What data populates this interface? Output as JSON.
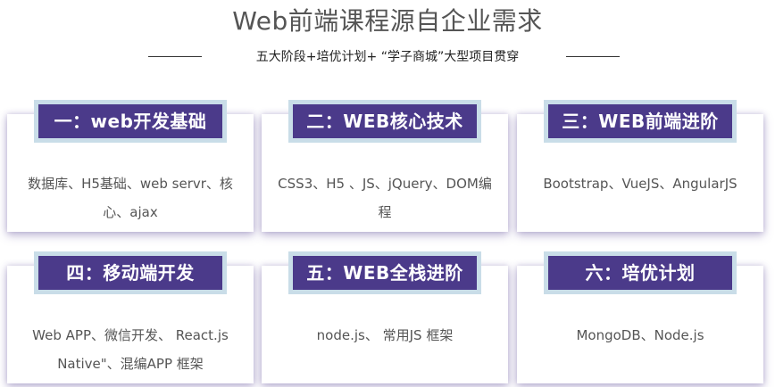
{
  "header": {
    "title": "Web前端课程源自企业需求",
    "subtitle": "五大阶段+培优计划+ “学子商城”大型项目贯穿"
  },
  "cards": [
    {
      "badge": "一：web开发基础",
      "desc": "数据库、H5基础、web servr、核心、ajax"
    },
    {
      "badge": "二：WEB核心技术",
      "desc": "CSS3、H5 、JS、jQuery、DOM编程"
    },
    {
      "badge": "三：WEB前端进阶",
      "desc": "Bootstrap、VueJS、AngularJS"
    },
    {
      "badge": "四：移动端开发",
      "desc": "Web APP、微信开发、 React.js Native\"、混编APP 框架"
    },
    {
      "badge": "五：WEB全栈进阶",
      "desc": "node.js、 常用JS 框架"
    },
    {
      "badge": "六：培优计划",
      "desc": "MongoDB、Node.js"
    }
  ],
  "colors": {
    "badge_fill": "#4b3a8a",
    "badge_border": "#c9dde8",
    "text": "#555555"
  }
}
